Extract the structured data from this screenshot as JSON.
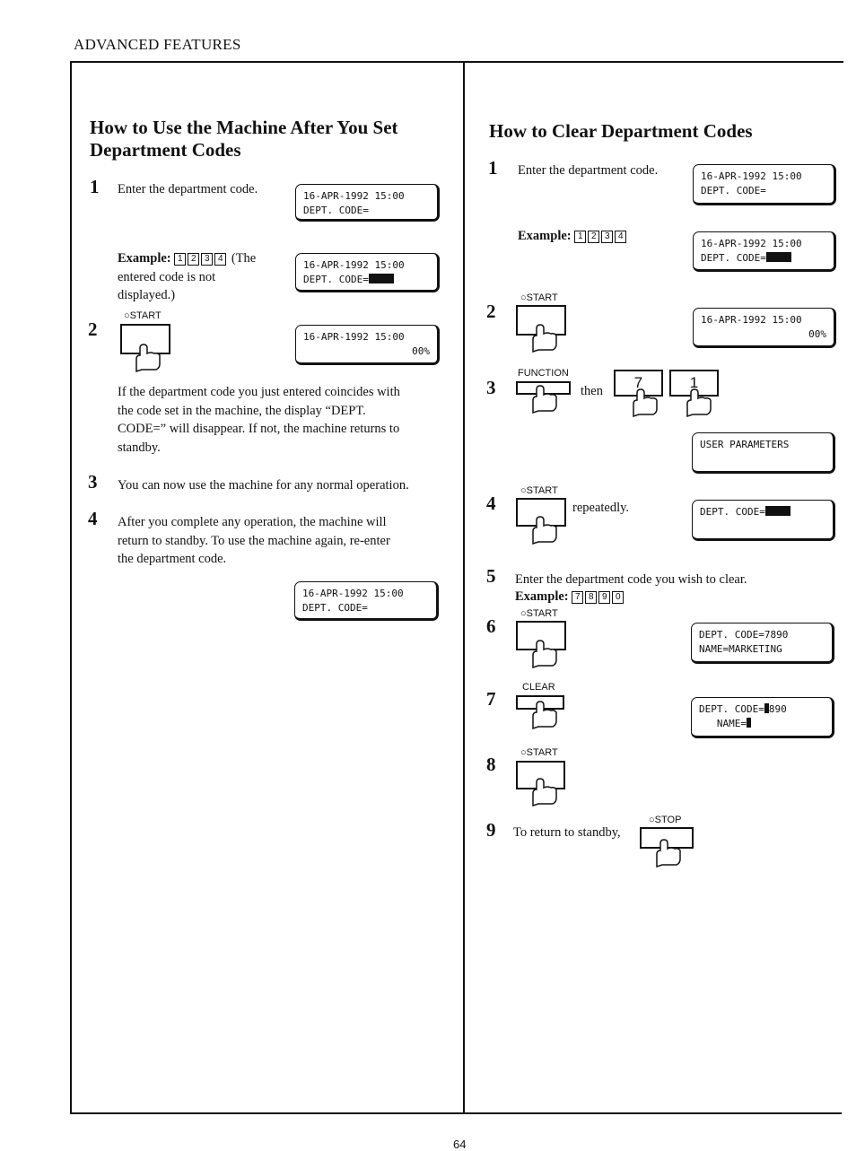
{
  "section_header": "ADVANCED FEATURES",
  "left": {
    "title_line1": "How to Use the Machine After You Set",
    "title_line2": "Department Codes",
    "step1": {
      "num": "1",
      "text": "Enter the department code.",
      "lcd_line1": "16-APR-1992 15:00",
      "lcd_line2": "DEPT. CODE="
    },
    "example": {
      "label": "Example:",
      "keys": [
        "1",
        "2",
        "3",
        "4"
      ],
      "note_a": "(The",
      "note_b": "entered code is not",
      "note_c": "displayed.)",
      "lcd_line1": "16-APR-1992 15:00",
      "lcd_line2": "DEPT. CODE="
    },
    "step2": {
      "num": "2",
      "key_label": "START",
      "lcd_line1": "16-APR-1992 15:00",
      "lcd_line2": "00%"
    },
    "para": [
      "If the department code you just entered coincides with",
      "the code set in the machine, the display “DEPT.",
      "CODE=” will disappear.  If not, the machine returns to",
      "standby."
    ],
    "step3": {
      "num": "3",
      "text": "You can now use the machine for any normal operation."
    },
    "step4": {
      "num": "4",
      "lines": [
        "After you complete any operation, the machine will",
        "return to standby.  To use the machine again, re-enter",
        "the department code."
      ],
      "lcd_line1": "16-APR-1992 15:00",
      "lcd_line2": "DEPT. CODE="
    }
  },
  "right": {
    "title": "How to Clear Department Codes",
    "step1": {
      "num": "1",
      "text": "Enter the department code.",
      "lcd_line1": "16-APR-1992 15:00",
      "lcd_line2": "DEPT. CODE="
    },
    "example": {
      "label": "Example:",
      "keys": [
        "1",
        "2",
        "3",
        "4"
      ],
      "lcd_line1": "16-APR-1992 15:00",
      "lcd_line2": "DEPT. CODE="
    },
    "step2": {
      "num": "2",
      "key_label": "START",
      "lcd_line1": "16-APR-1992 15:00",
      "lcd_line2": "00%"
    },
    "step3": {
      "num": "3",
      "key_label": "FUNCTION",
      "then": "then",
      "key_a": "7",
      "key_b": "1",
      "lcd_line1": "USER PARAMETERS"
    },
    "step4": {
      "num": "4",
      "key_label": "START",
      "text": "repeatedly.",
      "lcd_line1": "DEPT. CODE="
    },
    "step5": {
      "num": "5",
      "text": "Enter the department code you wish to clear.",
      "example_label": "Example:",
      "keys": [
        "7",
        "8",
        "9",
        "0"
      ]
    },
    "step6": {
      "num": "6",
      "key_label": "START",
      "lcd_line1": "DEPT. CODE=7890",
      "lcd_line2": "NAME=MARKETING"
    },
    "step7": {
      "num": "7",
      "key_label": "CLEAR",
      "lcd_line1a": "DEPT. CODE=",
      "lcd_line1b": "890",
      "lcd_line2": "NAME="
    },
    "step8": {
      "num": "8",
      "key_label": "START"
    },
    "step9": {
      "num": "9",
      "text": "To return to standby,",
      "key_label": "STOP"
    }
  },
  "page_number": "64"
}
